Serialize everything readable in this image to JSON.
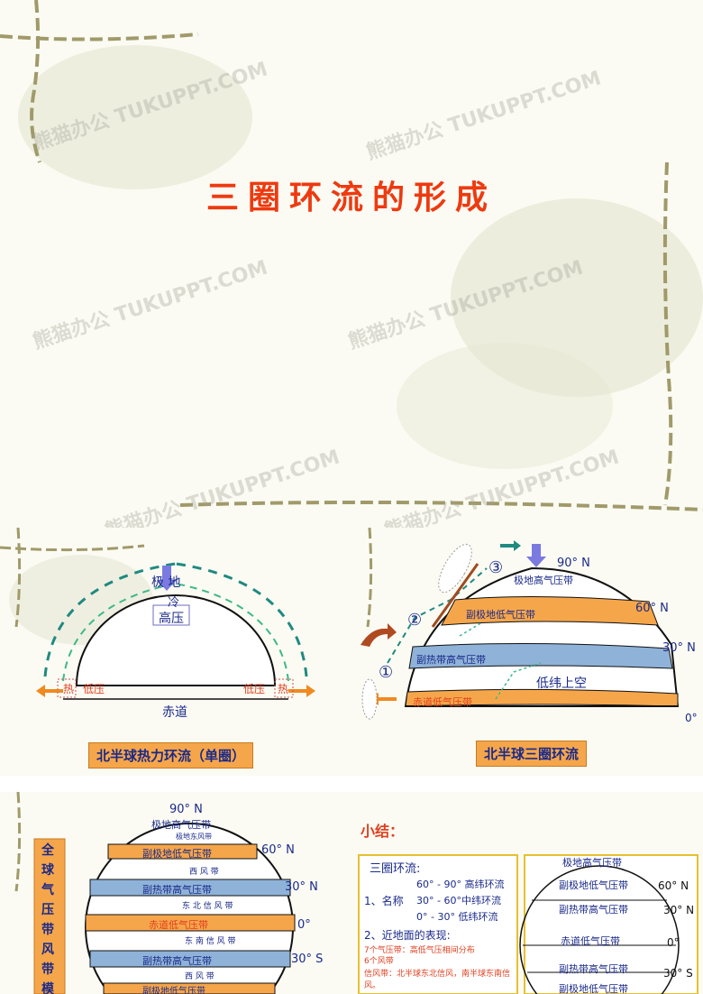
{
  "slide1": {
    "title": "三圈环流的形成",
    "watermark": "熊猫办公 TUKUPPT.COM"
  },
  "slide2": {
    "pole_label": "极 地",
    "cold": "冷",
    "high_pressure": "高压",
    "hot_left": "热",
    "hot_right": "热",
    "low_left": "低压",
    "low_right": "低压",
    "equator": "赤道",
    "caption": "北半球热力环流（单圈）"
  },
  "slide3": {
    "lat_90": "90° N",
    "lat_60": "60° N",
    "lat_30": "30° N",
    "lat_0": "0°",
    "polar_high": "极地高气压带",
    "subpolar_low": "副极地低气压带",
    "subtropical_high": "副热带高气压带",
    "low_lat_upper": "低纬上空",
    "equatorial_low": "赤道低气压带",
    "n1": "①",
    "n2": "②",
    "n3": "③",
    "caption": "北半球三圈环流"
  },
  "slide4": {
    "side_title": "全球气压带风带模式",
    "lat_90": "90° N",
    "lat_60n": "60° N",
    "lat_30n": "30° N",
    "lat_0": "0°",
    "lat_30s": "30° S",
    "bands": [
      "极地高气压带",
      "副极地低气压带",
      "西 风 带",
      "副热带高气压带",
      "东 北 信 风 带",
      "赤道低气压带",
      "东 南 信 风 带",
      "副热带高气压带",
      "西 风 带",
      "副极地低气压带"
    ],
    "polar_east": "极地东风带"
  },
  "slide5": {
    "heading": "小结：",
    "box_title": "三圈环流:",
    "name_label": "1、名称",
    "circ1": "60° - 90° 高纬环流",
    "circ2": "30° - 60°中纬环流",
    "circ3": "0° - 30° 低纬环流",
    "surface": "2、近地面的表现:",
    "belts7": "7个气压带：高低气压相间分布",
    "belts6": "6个风带",
    "trade": "信风带：北半球东北信风，南半球东南信风。",
    "right_bands": [
      "极地高气压带",
      "副极地低气压带",
      "副热带高气压带",
      "赤道低气压带",
      "副热带高气压带",
      "副极地低气压带"
    ],
    "r60": "60° N",
    "r30": "30° N",
    "r0": "0°",
    "r30s": "30° S"
  }
}
